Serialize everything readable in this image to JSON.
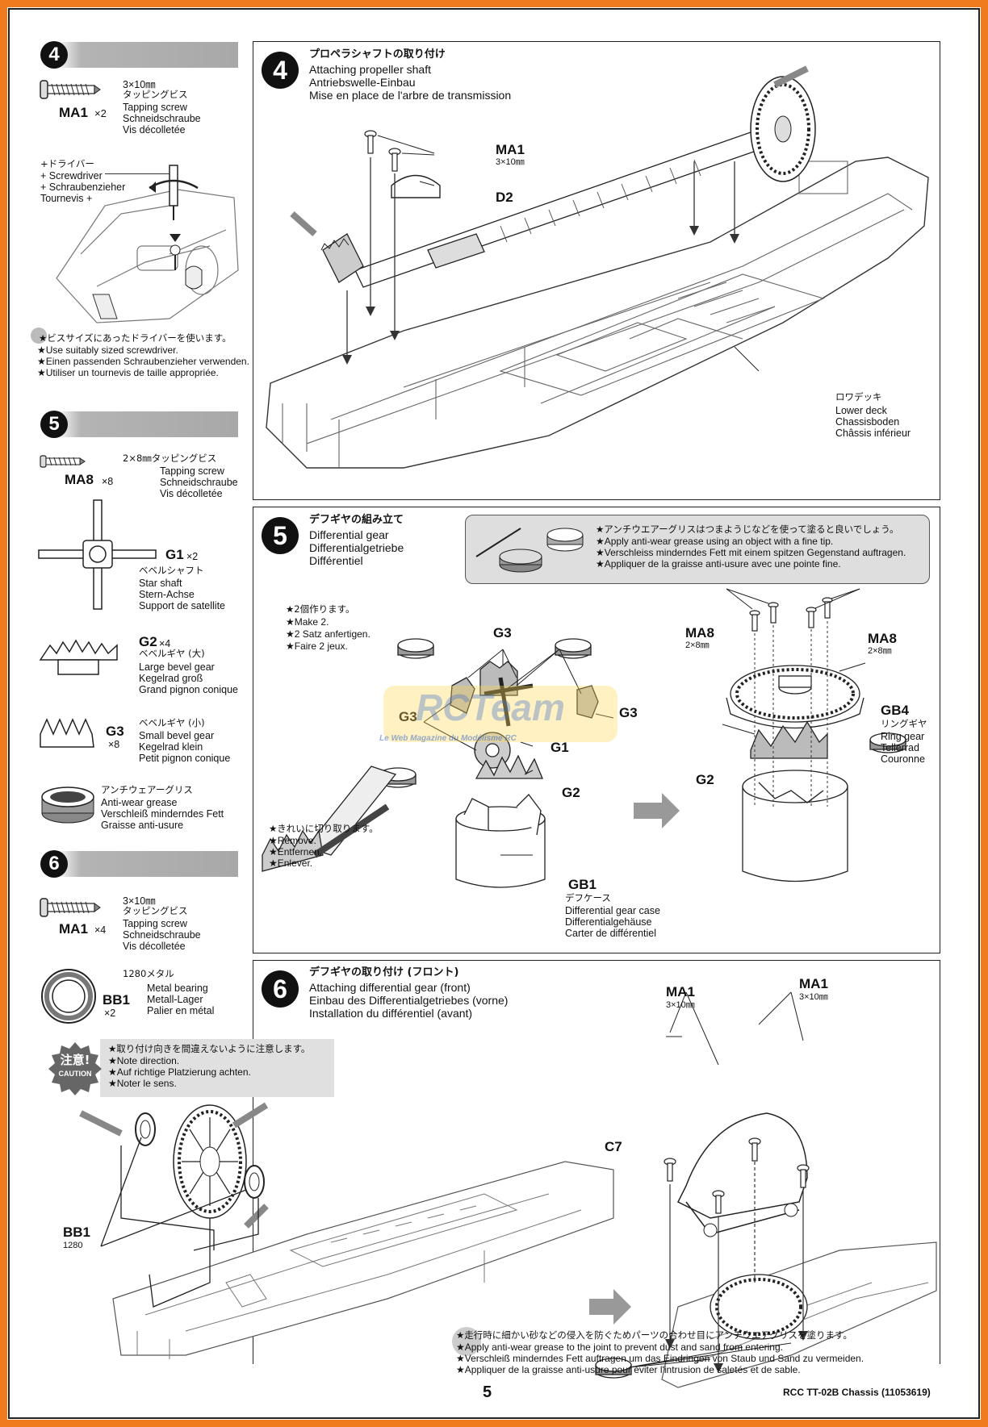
{
  "left": {
    "step4": {
      "number": "4",
      "part": {
        "code": "MA1",
        "qty": "×2",
        "size": "3×10㎜",
        "jp": "タッピングビス",
        "en": "Tapping screw",
        "de": "Schneidschraube",
        "fr": "Vis décolletée"
      },
      "driver": {
        "jp": "+ドライバー",
        "en": "+ Screwdriver",
        "de": "+ Schraubenzieher",
        "fr": "Tournevis +"
      },
      "tip": {
        "jp": "★ビスサイズにあったドライバーを使います。",
        "en": "★Use suitably sized screwdriver.",
        "de": "★Einen passenden Schraubenzieher verwenden.",
        "fr": "★Utiliser un tournevis de taille appropriée."
      }
    },
    "step5": {
      "number": "5",
      "ma8": {
        "code": "MA8",
        "qty": "×8",
        "jp": "2×8㎜タッピングビス",
        "en": "Tapping screw",
        "de": "Schneidschraube",
        "fr": "Vis décolletée"
      },
      "g1": {
        "code": "G1",
        "qty": "×2",
        "jp": "ベベルシャフト",
        "en": "Star shaft",
        "de": "Stern-Achse",
        "fr": "Support de satellite"
      },
      "g2": {
        "code": "G2",
        "qty": "×4",
        "jp": "ベベルギヤ (大)",
        "en": "Large bevel gear",
        "de": "Kegelrad groß",
        "fr": "Grand pignon conique"
      },
      "g3": {
        "code": "G3",
        "qty": "×8",
        "jp": "ベベルギヤ (小)",
        "en": "Small bevel gear",
        "de": "Kegelrad klein",
        "fr": "Petit pignon conique"
      },
      "grease": {
        "jp": "アンチウェアーグリス",
        "en": "Anti-wear grease",
        "de": "Verschleiß minderndes Fett",
        "fr": "Graisse anti-usure"
      }
    },
    "step6": {
      "number": "6",
      "part": {
        "code": "MA1",
        "qty": "×4",
        "size": "3×10㎜",
        "jp": "タッピングビス",
        "en": "Tapping screw",
        "de": "Schneidschraube",
        "fr": "Vis décolletée"
      },
      "bearing": {
        "code": "BB1",
        "qty": "×2",
        "jp": "1280メタル",
        "en": "Metal bearing",
        "de": "Metall-Lager",
        "fr": "Palier en métal"
      }
    }
  },
  "step4": {
    "number": "4",
    "title_jp": "プロペラシャフトの取り付け",
    "title_en": "Attaching propeller shaft",
    "title_de": "Antriebswelle-Einbau",
    "title_fr": "Mise en place de l'arbre de transmission",
    "ma1": "MA1",
    "ma1_size": "3×10㎜",
    "d2": "D2",
    "lower_deck": {
      "jp": "ロワデッキ",
      "en": "Lower deck",
      "de": "Chassisboden",
      "fr": "Châssis inférieur"
    }
  },
  "step5": {
    "number": "5",
    "title_jp": "デフギヤの組み立て",
    "title_en": "Differential gear",
    "title_de": "Differentialgetriebe",
    "title_fr": "Différentiel",
    "grease_tip": {
      "jp": "★アンチウエアーグリスはつまようじなどを使って塗ると良いでしょう。",
      "en": "★Apply anti-wear grease using an object with a fine tip.",
      "de": "★Verschleiss minderndes Fett mit einem spitzen Gegenstand auftragen.",
      "fr": "★Appliquer de la graisse anti-usure avec une pointe fine."
    },
    "make2": {
      "jp": "★2個作ります。",
      "en": "★Make 2.",
      "de": "★2 Satz anfertigen.",
      "fr": "★Faire 2 jeux."
    },
    "remove": {
      "jp": "★きれいに切り取ります。",
      "en": "★Remove.",
      "de": "★Entfernen.",
      "fr": "★Enlever."
    },
    "g3": "G3",
    "g1": "G1",
    "g2": "G2",
    "gb1": {
      "code": "GB1",
      "jp": "デフケース",
      "en": "Differential gear case",
      "de": "Differentialgehäuse",
      "fr": "Carter de différentiel"
    },
    "ma8": "MA8",
    "ma8_size": "2×8㎜",
    "gb4": {
      "code": "GB4",
      "jp": "リングギヤ",
      "en": "Ring gear",
      "de": "Tellerrad",
      "fr": "Couronne"
    }
  },
  "step6": {
    "number": "6",
    "title_jp": "デフギヤの取り付け (フロント)",
    "title_en": "Attaching differential gear (front)",
    "title_de": "Einbau des Differentialgetriebes (vorne)",
    "title_fr": "Installation du différentiel (avant)",
    "caution_jp": "注意!",
    "caution_en": "CAUTION",
    "direction": {
      "jp": "★取り付け向きを間違えないように注意します。",
      "en": "★Note direction.",
      "de": "★Auf richtige Platzierung achten.",
      "fr": "★Noter le sens."
    },
    "bb1": "BB1",
    "bb1_sub": "1280",
    "ma1": "MA1",
    "ma1_size": "3×10㎜",
    "c7": "C7",
    "grease_tip": {
      "jp": "★走行時に細かい砂などの侵入を防ぐためパーツの合わせ目にアンチウエアグリスを塗ります。",
      "en": "★Apply anti-wear grease to the joint to prevent dust and sand from entering.",
      "de": "★Verschleiß minderndes Fett auftragen um das Eindringen von Staub und Sand zu vermeiden.",
      "fr": "★Appliquer de la graisse anti-usure pour éviter l'intrusion de saletés et de sable."
    }
  },
  "watermark": {
    "main": "RCTeam",
    "sub": "Le Web Magazine du Modélisme RC"
  },
  "footer": {
    "page": "5",
    "doc": "RCC TT-02B Chassis (11053619)"
  }
}
